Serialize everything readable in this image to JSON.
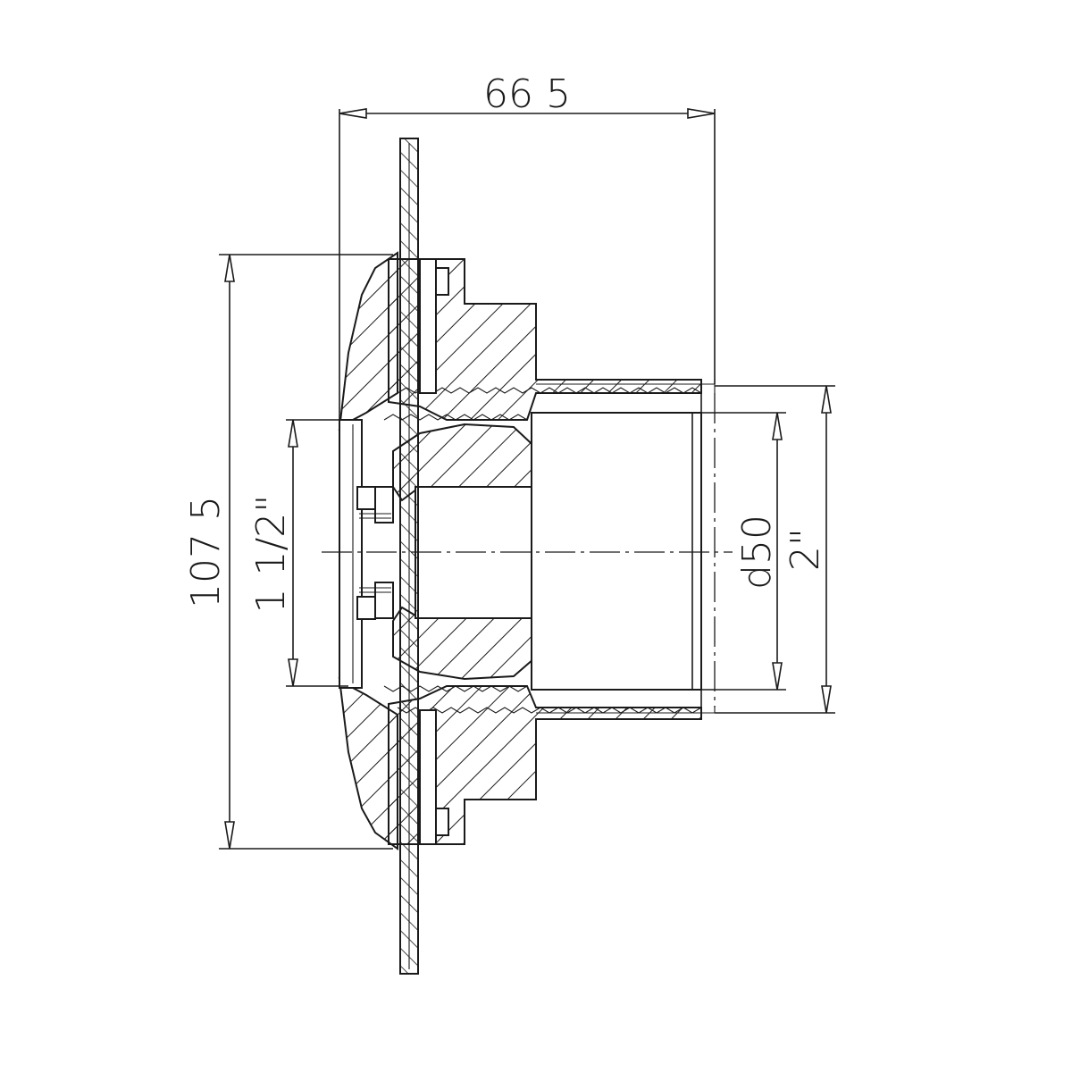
{
  "dimensions": {
    "overall_width": "66 5",
    "overall_height": "107 5",
    "inner_thread": "1 1/2\"",
    "pipe_diameter": "d50",
    "outer_thread": "2\""
  },
  "colors": {
    "line": "#1a1a1a",
    "background": "#ffffff"
  }
}
